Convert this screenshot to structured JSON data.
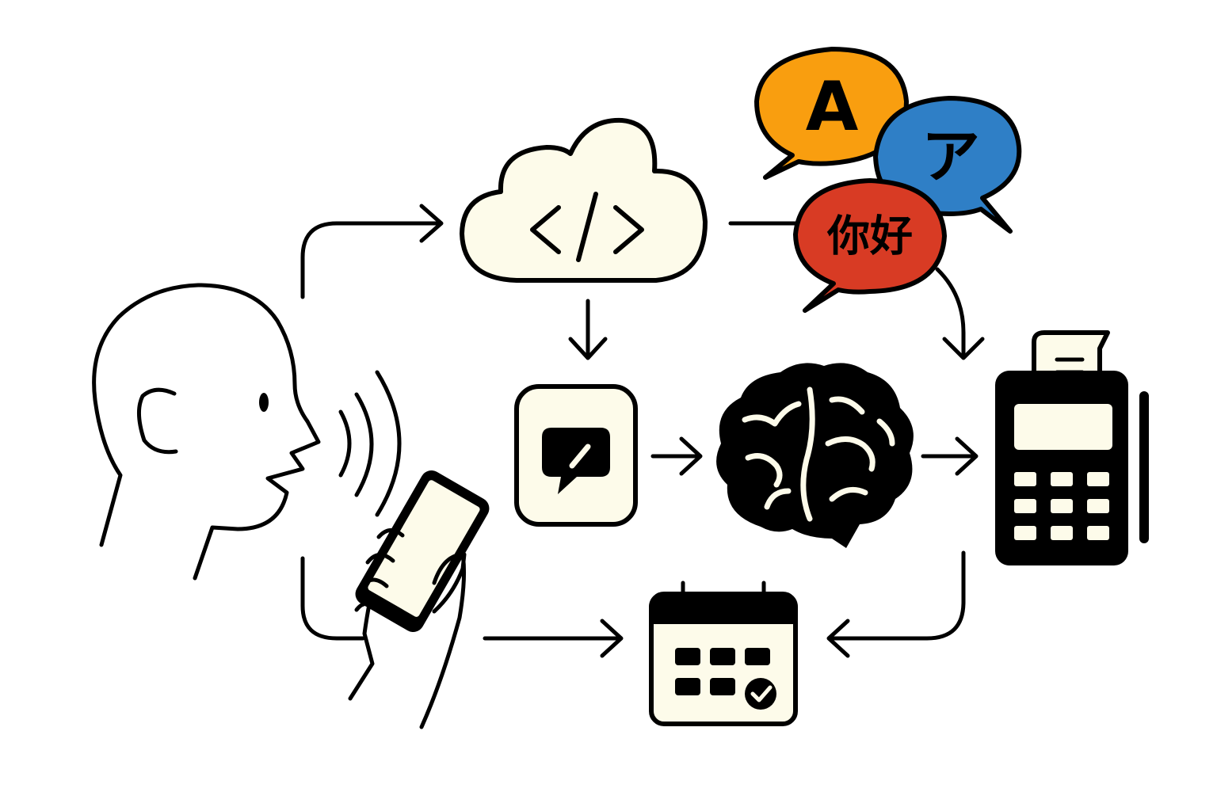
{
  "colors": {
    "ink": "#000000",
    "cream": "#fdfbea",
    "orange": "#f99e0f",
    "blue": "#2f7fc6",
    "red": "#d83b24",
    "white": "#ffffff"
  },
  "nodes": {
    "person": {
      "icon": "person-speaking-icon"
    },
    "phone": {
      "icon": "hand-holding-phone-icon"
    },
    "cloud": {
      "icon": "cloud-code-icon"
    },
    "languages": {
      "icon": "language-speech-bubbles-icon",
      "bubbles": [
        {
          "text": "A",
          "color": "orange"
        },
        {
          "text": "ア",
          "color": "blue"
        },
        {
          "text": "你好",
          "color": "red"
        }
      ]
    },
    "message": {
      "icon": "message-edit-icon"
    },
    "brain": {
      "icon": "brain-icon"
    },
    "pos_terminal": {
      "icon": "payment-terminal-icon"
    },
    "calendar": {
      "icon": "calendar-check-icon"
    }
  }
}
